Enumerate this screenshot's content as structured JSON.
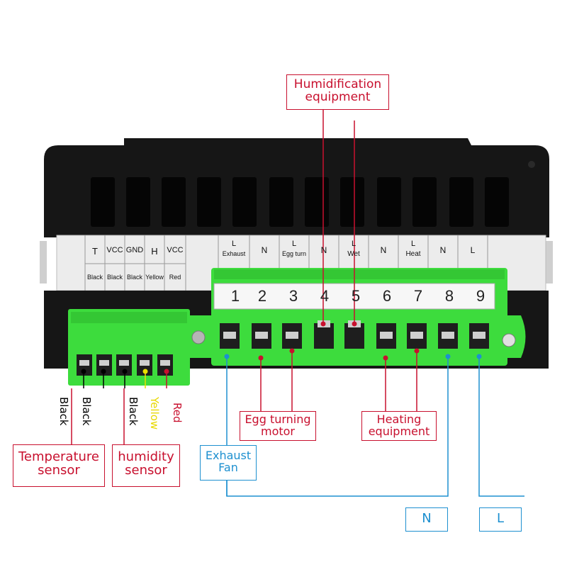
{
  "top_strip": {
    "sensor_columns": [
      {
        "pin": "T",
        "color": "Black"
      },
      {
        "pin": "VCC",
        "color": "Black"
      },
      {
        "pin": "GND",
        "color": "Black"
      },
      {
        "pin": "H",
        "color": "Yellow"
      },
      {
        "pin": "VCC",
        "color": "Red"
      }
    ],
    "terminal_columns": [
      {
        "l": "L",
        "sub": "Exhaust"
      },
      {
        "l": "N",
        "sub": ""
      },
      {
        "l": "L",
        "sub": "Egg turn"
      },
      {
        "l": "N",
        "sub": ""
      },
      {
        "l": "L",
        "sub": "Wet"
      },
      {
        "l": "N",
        "sub": ""
      },
      {
        "l": "L",
        "sub": "Heat"
      },
      {
        "l": "N",
        "sub": ""
      },
      {
        "l": "L",
        "sub": ""
      }
    ]
  },
  "terminal_numbers": [
    "1",
    "2",
    "3",
    "4",
    "5",
    "6",
    "7",
    "8",
    "9"
  ],
  "wire_labels": {
    "black_1": "Black",
    "black_2": "Black",
    "black_3": "Black",
    "yellow": "Yellow",
    "red": "Red"
  },
  "labels": {
    "humidification_1": "Humidification",
    "humidification_2": "equipment",
    "egg_turning_1": "Egg turning",
    "egg_turning_2": "motor",
    "heating_1": "Heating",
    "heating_2": "equipment",
    "exhaust_1": "Exhaust",
    "exhaust_2": "Fan",
    "temperature_1": "Temperature",
    "temperature_2": "sensor",
    "humidity_1": "humidity",
    "humidity_2": "sensor",
    "n": "N",
    "l": "L"
  },
  "colors": {
    "red": "#c8102e",
    "blue": "#1e90d0",
    "green": "#3ddc3d",
    "yellow": "#e8e000",
    "device_body": "#161616"
  }
}
